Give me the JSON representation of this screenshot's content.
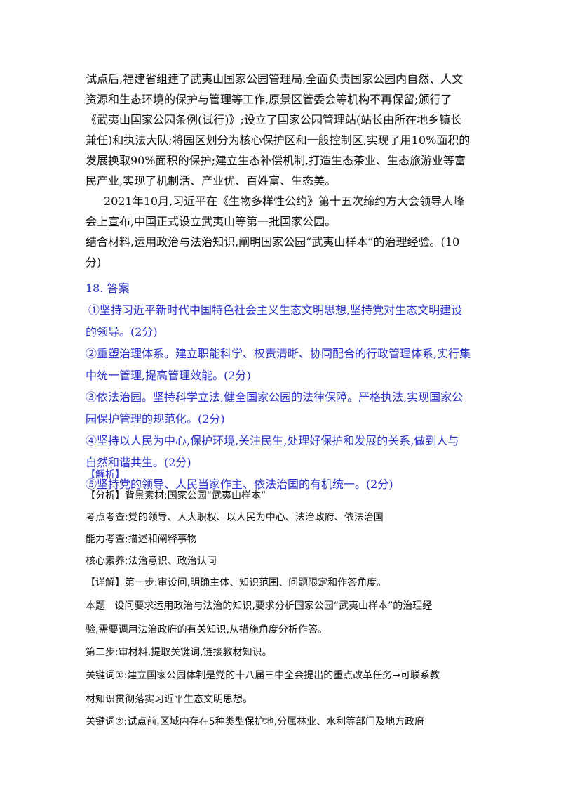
{
  "material": {
    "lines": [
      "试点后,福建省组建了武夷山国家公园管理局,全面负责国家公园内自然、人文",
      "资源和生态环境的保护与管理等工作,原景区管委会等机构不再保留;颁行了",
      "《武夷山国家公园条例(试行)》;设立了国家公园管理站(站长由所在地乡镇长",
      "兼任)和执法大队;将园区划分为核心保护区和一般控制区,实现了用10%面积的",
      "发展换取90%面积的保护;建立生态补偿机制,打造生态茶业、生态旅游业等富",
      "民产业,实现了机制活、产业优、百姓富、生态美。"
    ],
    "para2": [
      "2021年10月,习近平在《生物多样性公约》第十五次缔约方大会领导人峰",
      "会上宣布,中国正式设立武夷山等第一批国家公园。"
    ],
    "question": [
      "结合材料,运用政治与法治知识,阐明国家公园“武夷山样本”的治理经验。(10",
      "分)"
    ]
  },
  "answer": {
    "heading": "18. 答案",
    "lines": [
      "①坚持习近平新时代中国特色社会主义生态文明思想,坚持党对生态文明建设",
      "的领导。(2分)",
      "②重塑治理体系。建立职能科学、权责清晰、协同配合的行政管理体系,实行集",
      "中统一管理,提高管理效能。(2分)",
      "③依法治园。坚持科学立法,健全国家公园的法律保障。严格执法,实现国家公",
      "园保护管理的规范化。(2分)",
      "④坚持以人民为中心,保护环境,关注民生,处理好保护和发展的关系,做到人与",
      "自然和谐共生。(2分)",
      "⑤坚持党的领导、人民当家作主、依法治国的有机统一。(2分)"
    ]
  },
  "analysis": {
    "jiexi": "【解析】",
    "lines": [
      "【分析】背景素材:国家公园“武夷山样本”",
      "考点考查:党的领导、人大职权、以人民为中心、法治政府、依法治国",
      "能力考查:描述和阐释事物",
      "核心素养:法治意识、政治认同",
      "【详解】第一步:审设问,明确主体、知识范围、问题限定和作答角度。",
      "本题   设问要求运用政治与法治的知识,要求分析国家公园“武夷山样本”的治理经",
      "验,需要调用法治政府的有关知识,从措施角度分析作答。",
      "第二步:审材料,提取关键词,链接教材知识。",
      "关键词①:建立国家公园体制是党的十八届三中全会提出的重点改革任务→可联系教",
      "材知识贯彻落实习近平生态文明思想。",
      "关键词②:试点前,区域内存在5种类型保护地,分属林业、水利等部门及地方政府"
    ]
  }
}
